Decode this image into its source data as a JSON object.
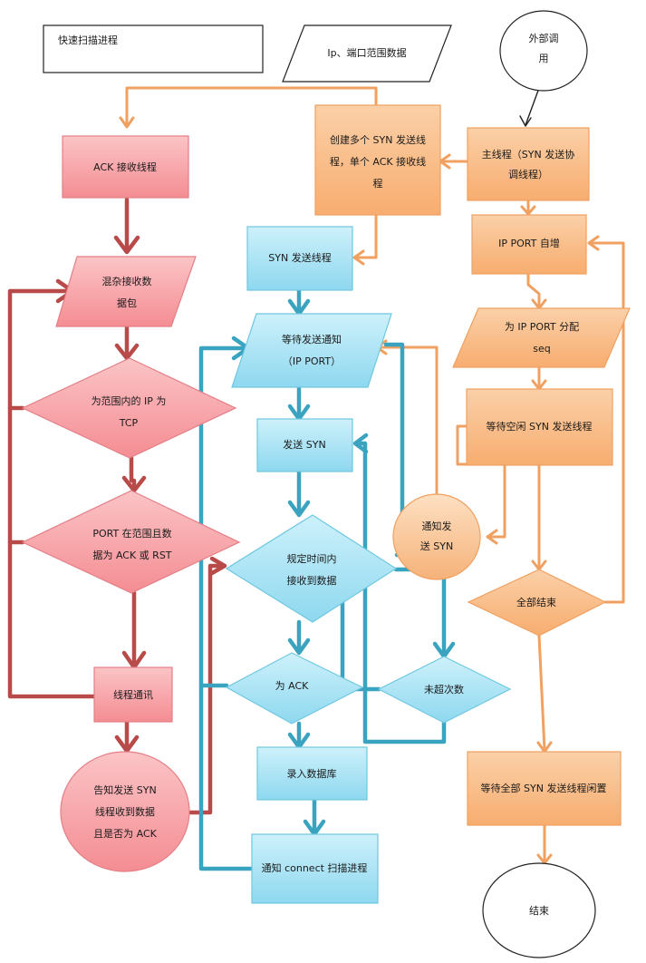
{
  "title_box": "快速扫描进程",
  "input_data": "Ip、端口范围数据",
  "external_call": [
    "外部调",
    "用"
  ],
  "orange": {
    "main_thread": [
      "主线程（SYN 发送协",
      "调线程）"
    ],
    "create_threads": [
      "创建多个 SYN 发送线",
      "程，单个 ACK 接收线",
      "程"
    ],
    "ip_port_increment": "IP PORT 自增",
    "assign_seq": [
      "为 IP PORT  分配",
      "seq"
    ],
    "wait_idle_thread": "等待空闲 SYN 发送线程",
    "notify_send": [
      "通知发",
      "送 SYN"
    ],
    "all_done": "全部结束",
    "wait_all_idle": "等待全部 SYN 发送线程闲置",
    "end": "结束"
  },
  "red": {
    "ack_thread": "ACK 接收线程",
    "promisc_recv": [
      "混杂接收数",
      "据包"
    ],
    "ip_in_range_tcp": [
      "为范围内的 IP 为",
      "TCP"
    ],
    "port_in_range": [
      "PORT 在范围且数",
      "据为 ACK 或 RST"
    ],
    "thread_comm": "线程通讯",
    "inform_syn": [
      "告知发送 SYN",
      "线程收到数据",
      "且是否为 ACK"
    ]
  },
  "blue": {
    "syn_thread": "SYN 发送线程",
    "wait_notify": [
      "等待发送通知",
      "（IP PORT）"
    ],
    "send_syn": "发送 SYN",
    "received_in_time": [
      "规定时间内",
      "接收到数据"
    ],
    "is_ack": "为 ACK",
    "not_exceeded": "未超次数",
    "record_db": "录入数据库",
    "notify_connect": "通知 connect 扫描进程"
  },
  "colors": {
    "orange_fill": "#f9be8a",
    "orange_stroke": "#f0a060",
    "orange_arrow": "#f0a060",
    "red_fill": "#f7a9ad",
    "red_stroke": "#e47f86",
    "red_arrow": "#b84a4a",
    "blue_fill": "#a8e4f5",
    "blue_stroke": "#6fc8e0",
    "blue_arrow": "#3aa4c0"
  }
}
